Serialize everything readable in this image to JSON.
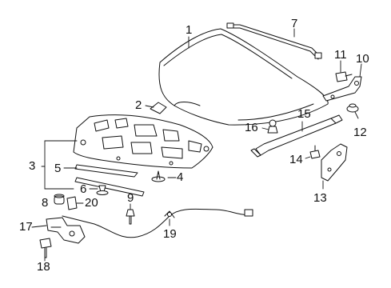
{
  "callouts": {
    "c1": "1",
    "c2": "2",
    "c3": "3",
    "c4": "4",
    "c5": "5",
    "c6": "6",
    "c7": "7",
    "c8": "8",
    "c9": "9",
    "c10": "10",
    "c11": "11",
    "c12": "12",
    "c13": "13",
    "c14": "14",
    "c15": "15",
    "c16": "16",
    "c17": "17",
    "c18": "18",
    "c19": "19",
    "c20": "20"
  },
  "colors": {
    "line": "#111111",
    "paper": "#ffffff",
    "shade": "#bfbfbf"
  }
}
